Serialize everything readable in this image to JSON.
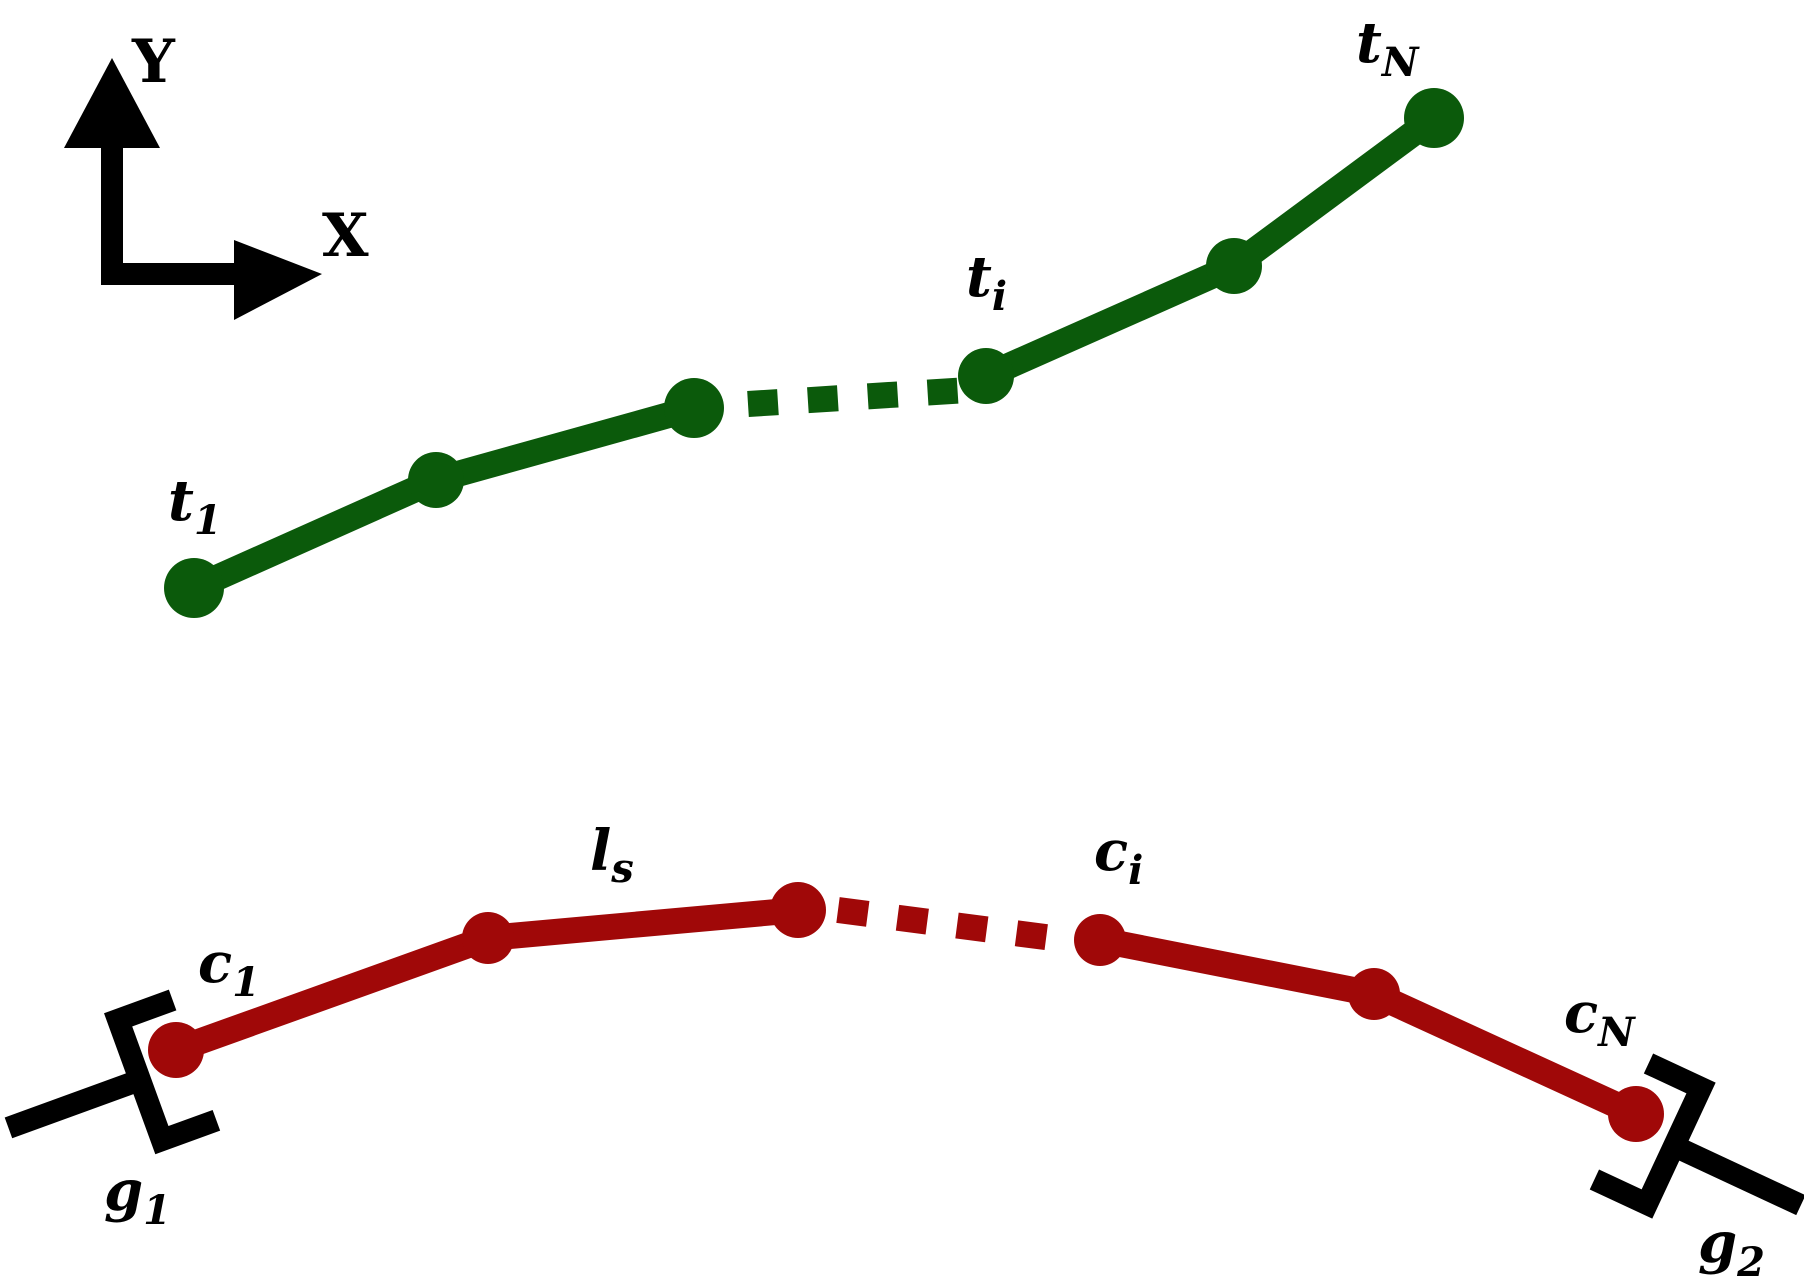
{
  "axes": {
    "y_label": "Y",
    "x_label": "X"
  },
  "target": {
    "color": "#0b5a0b",
    "labels": {
      "t1": {
        "main": "t",
        "sub": "1"
      },
      "ti": {
        "main": "t",
        "sub": "i"
      },
      "tN": {
        "main": "t",
        "sub": "N"
      }
    }
  },
  "current": {
    "color": "#a00808",
    "labels": {
      "ls": {
        "main": "l",
        "sub": "s"
      },
      "c1": {
        "main": "c",
        "sub": "1"
      },
      "ci": {
        "main": "c",
        "sub": "i"
      },
      "cN": {
        "main": "c",
        "sub": "N"
      }
    }
  },
  "grippers": {
    "color": "#000000",
    "labels": {
      "g1": {
        "main": "g",
        "sub": "1"
      },
      "g2": {
        "main": "g",
        "sub": "2"
      }
    }
  }
}
